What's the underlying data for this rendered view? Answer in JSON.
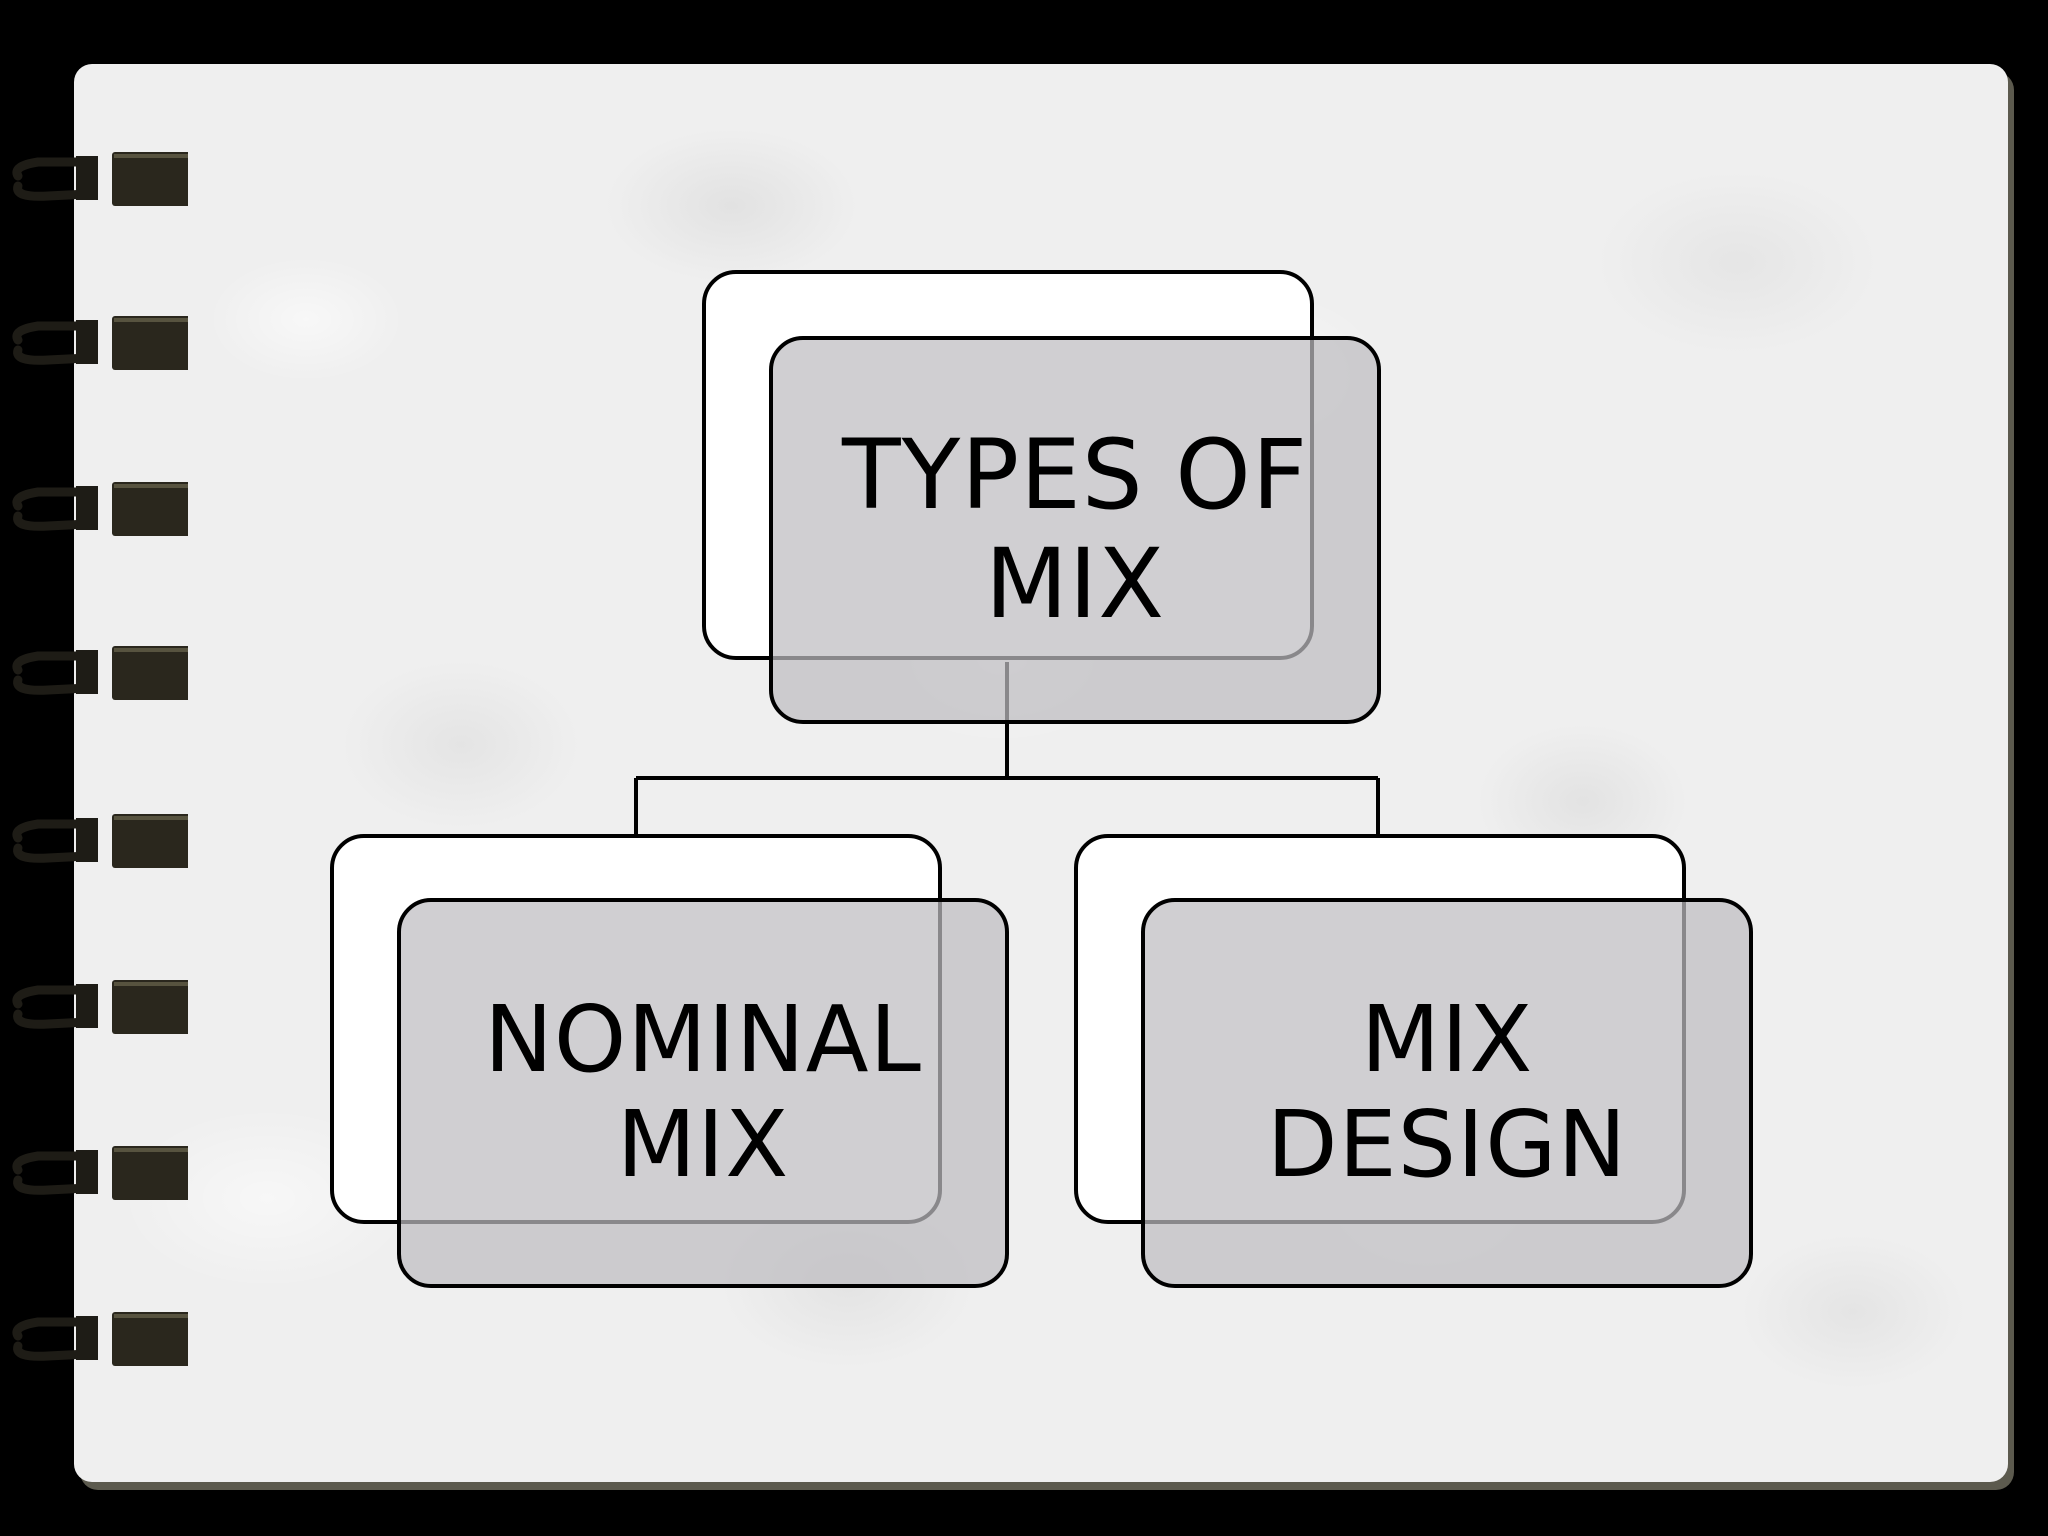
{
  "diagram": {
    "type": "hierarchy",
    "root": {
      "label": "TYPES OF\nMIX"
    },
    "children": [
      {
        "label": "NOMINAL\nMIX"
      },
      {
        "label": "MIX\nDESIGN"
      }
    ]
  },
  "colors": {
    "frame": "#000000",
    "page": "#efefef",
    "node_front": "#cfcdd0",
    "node_back": "#ffffff",
    "stroke": "#000000"
  }
}
